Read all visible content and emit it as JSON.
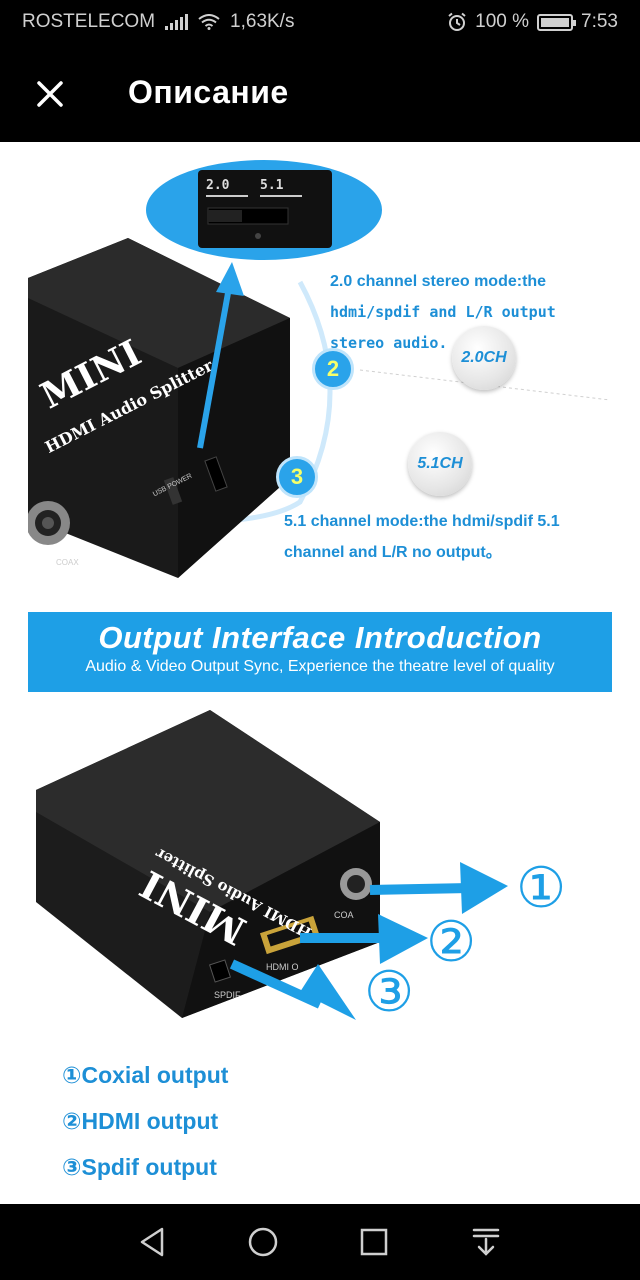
{
  "status_bar": {
    "carrier": "ROSTELECOM",
    "net_speed": "1,63K/s",
    "battery": "100 %",
    "time": "7:53"
  },
  "app_bar": {
    "title": "Описание"
  },
  "product_image": {
    "switch_labels": {
      "left": "2.0",
      "right": "5.1"
    },
    "device_text_mini": "MINI",
    "device_text_name": "HDMI Audio Splitter",
    "device_port_usb": "USB POWER",
    "device_port_coax": "COAX",
    "stereo_desc": "2.0 channel stereo mode:the",
    "stereo_desc_mono_1": "hdmi/spdif and L/R output",
    "stereo_desc_mono_2": "stereo audio.",
    "surround_desc_1": "5.1 channel mode:the hdmi/spdif 5.1",
    "surround_desc_2": "channel and L/R no output。",
    "num_2": "2",
    "num_3": "3",
    "badge_20": "2.0CH",
    "badge_51": "5.1CH",
    "banner_title": "Output Interface Introduction",
    "banner_subtitle": "Audio & Video Output Sync, Experience the theatre level of quality",
    "device2_mini": "MINI",
    "device2_name": "HDMI Audio Splitter",
    "port_spdif": "SPDIF",
    "port_hdmi": "HDMI O",
    "port_coax": "COA",
    "marker_1": "①",
    "marker_2": "②",
    "marker_3": "③",
    "legend": [
      "①Coxial output",
      "②HDMI output",
      "③Spdif output"
    ]
  },
  "colors": {
    "accent_blue": "#1e9fe6",
    "text_blue": "#1d8fd6",
    "bar_black": "#000000"
  }
}
